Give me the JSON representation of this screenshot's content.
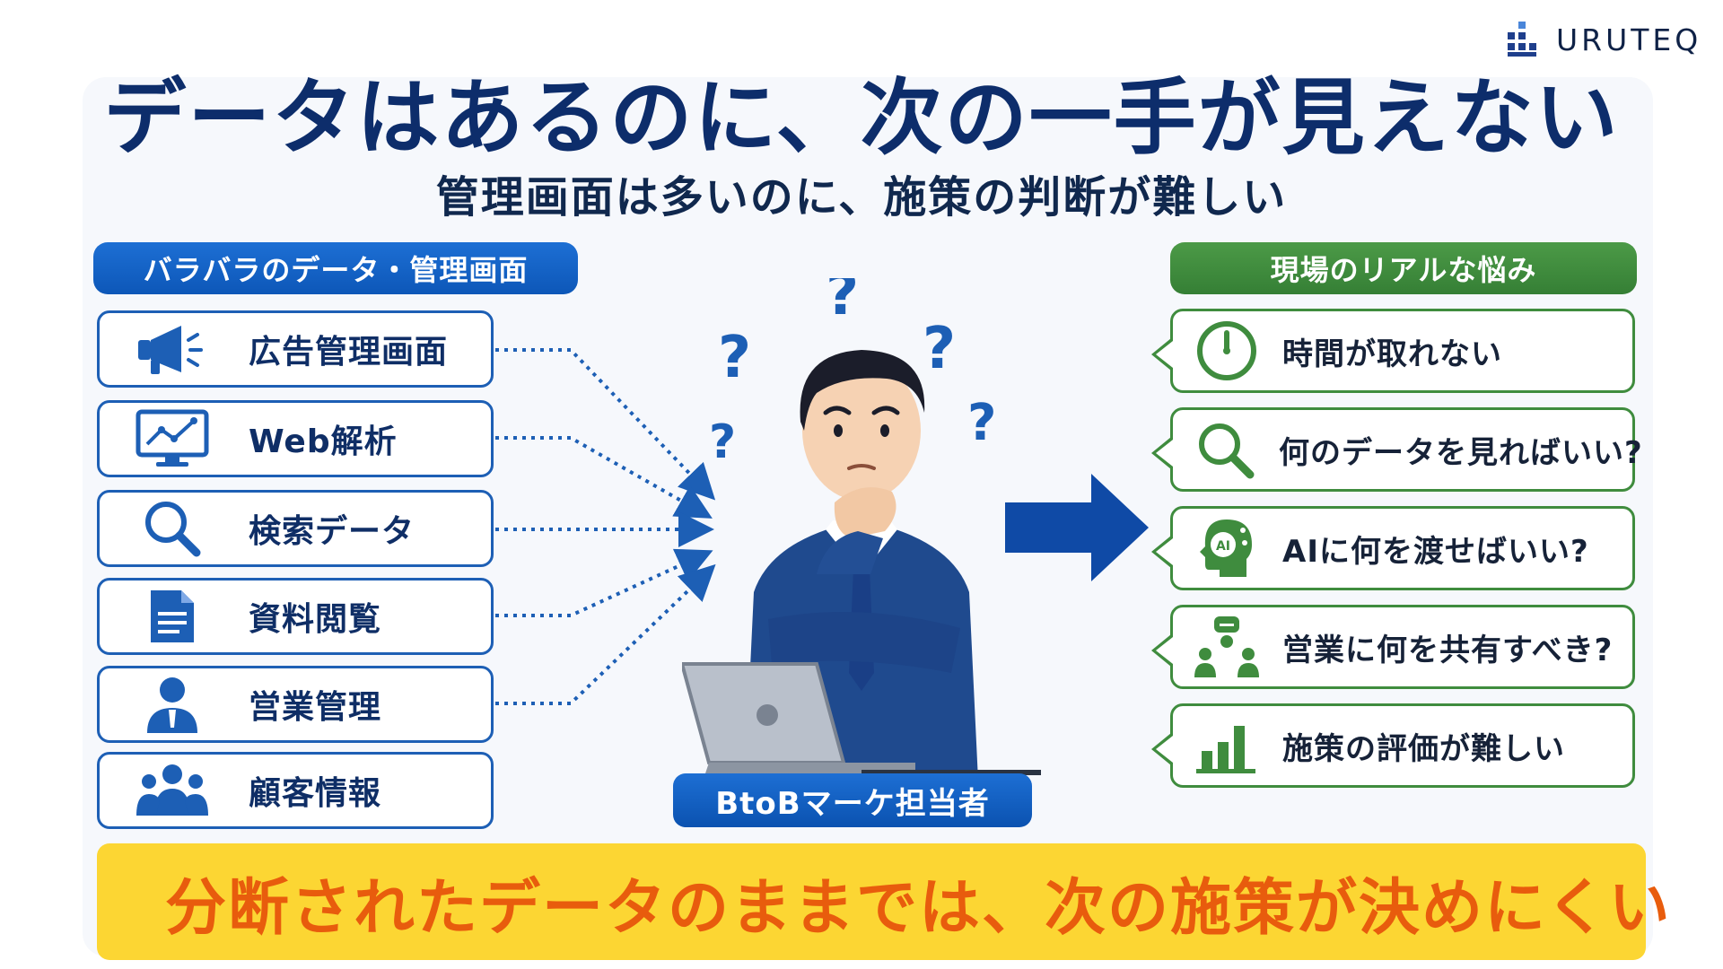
{
  "brand": {
    "name": "URUTEQ",
    "logo_icon": "grid-blocks-logo-icon",
    "color": "#1f3f8c"
  },
  "heading": {
    "title": "データはあるのに、次の一手が見えない",
    "subtitle": "管理画面は多いのに、施策の判断が難しい"
  },
  "left_section": {
    "header": "バラバラのデータ・管理画面",
    "color": "#1565c0",
    "items": [
      {
        "label": "広告管理画面",
        "icon": "megaphone-icon"
      },
      {
        "label": "Web解析",
        "icon": "analytics-monitor-icon"
      },
      {
        "label": "検索データ",
        "icon": "search-icon"
      },
      {
        "label": "資料閲覧",
        "icon": "document-icon"
      },
      {
        "label": "営業管理",
        "icon": "salesperson-icon"
      },
      {
        "label": "顧客情報",
        "icon": "customer-group-icon"
      }
    ]
  },
  "center": {
    "role": "BtoBマーケ担当者",
    "figure_icon": "thinking-businessman-icon",
    "question_mark": "?"
  },
  "right_section": {
    "header": "現場のリアルな悩み",
    "color": "#3d8b3d",
    "items": [
      {
        "label": "時間が取れない",
        "icon": "clock-icon"
      },
      {
        "label": "何のデータを見ればいい?",
        "icon": "search-icon"
      },
      {
        "label": "AIに何を渡せばいい?",
        "icon": "ai-head-icon",
        "icon_text": "AI"
      },
      {
        "label": "営業に何を共有すべき?",
        "icon": "team-share-icon"
      },
      {
        "label": "施策の評価が難しい",
        "icon": "bar-chart-icon"
      }
    ]
  },
  "banner": {
    "text": "分断されたデータのままでは、次の施策が決めにくい",
    "icon": "warning-icon",
    "warning_mark": "!",
    "color": "#e85c0d"
  }
}
